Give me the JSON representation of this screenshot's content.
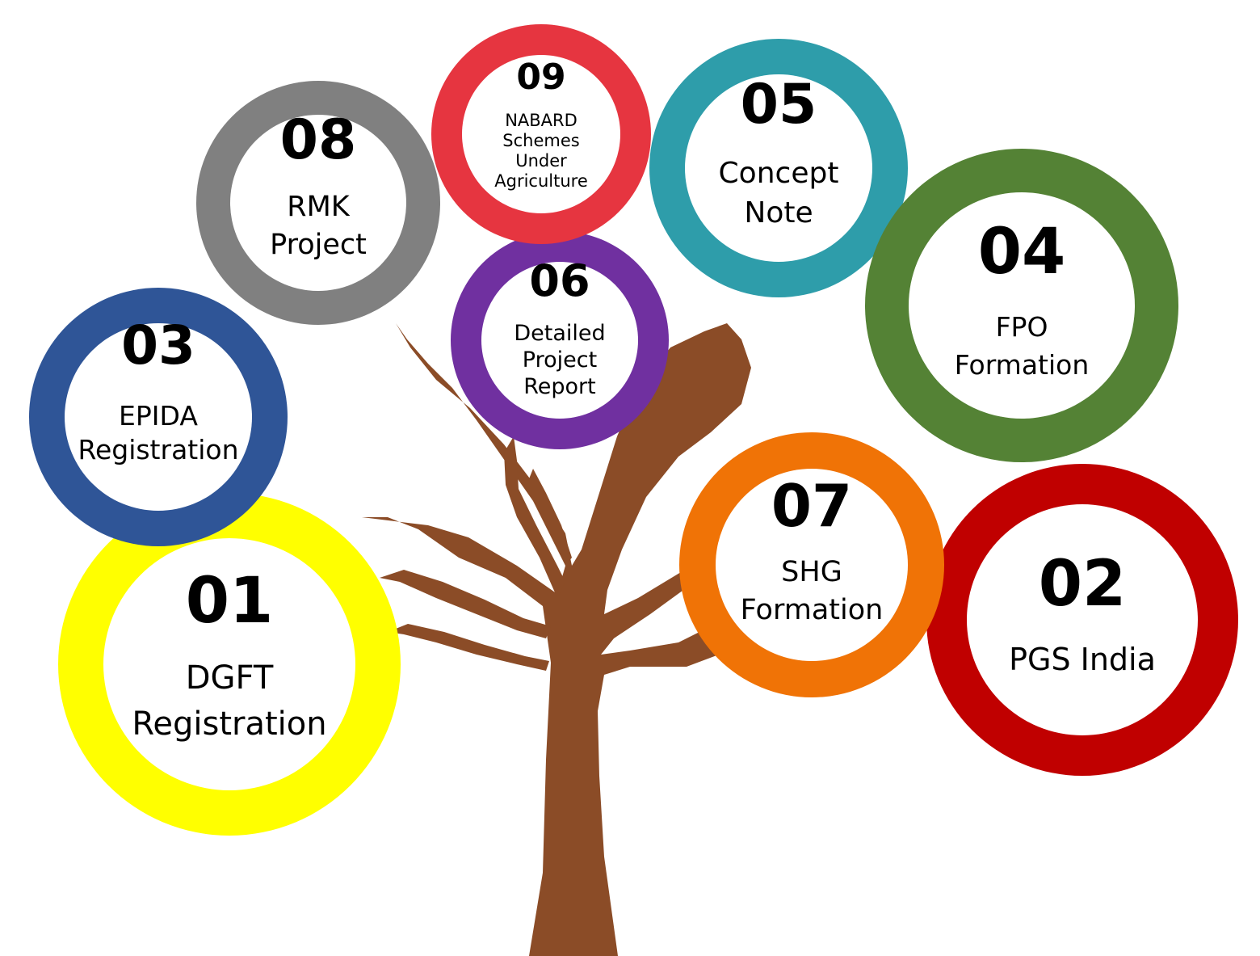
{
  "colors": {
    "trunk": "#8B4C27",
    "background": "#FFFFFF",
    "text": "#000000"
  },
  "circles": [
    {
      "id": "01",
      "number": "01",
      "label_lines": [
        "DGFT",
        "Registration"
      ],
      "color": "#FFFF00"
    },
    {
      "id": "02",
      "number": "02",
      "label_lines": [
        "PGS India"
      ],
      "color": "#C00000"
    },
    {
      "id": "03",
      "number": "03",
      "label_lines": [
        "EPIDA",
        "Registration"
      ],
      "color": "#2F5597"
    },
    {
      "id": "04",
      "number": "04",
      "label_lines": [
        "FPO",
        "Formation"
      ],
      "color": "#548235"
    },
    {
      "id": "05",
      "number": "05",
      "label_lines": [
        "Concept",
        "Note"
      ],
      "color": "#2E9DAA"
    },
    {
      "id": "06",
      "number": "06",
      "label_lines": [
        "Detailed",
        "Project",
        "Report"
      ],
      "color": "#7030A0"
    },
    {
      "id": "07",
      "number": "07",
      "label_lines": [
        "SHG",
        "Formation"
      ],
      "color": "#F07306"
    },
    {
      "id": "08",
      "number": "08",
      "label_lines": [
        "RMK",
        "Project"
      ],
      "color": "#808080"
    },
    {
      "id": "09",
      "number": "09",
      "label_lines": [
        "NABARD",
        "Schemes",
        "Under",
        "Agriculture"
      ],
      "color": "#E63540"
    }
  ]
}
